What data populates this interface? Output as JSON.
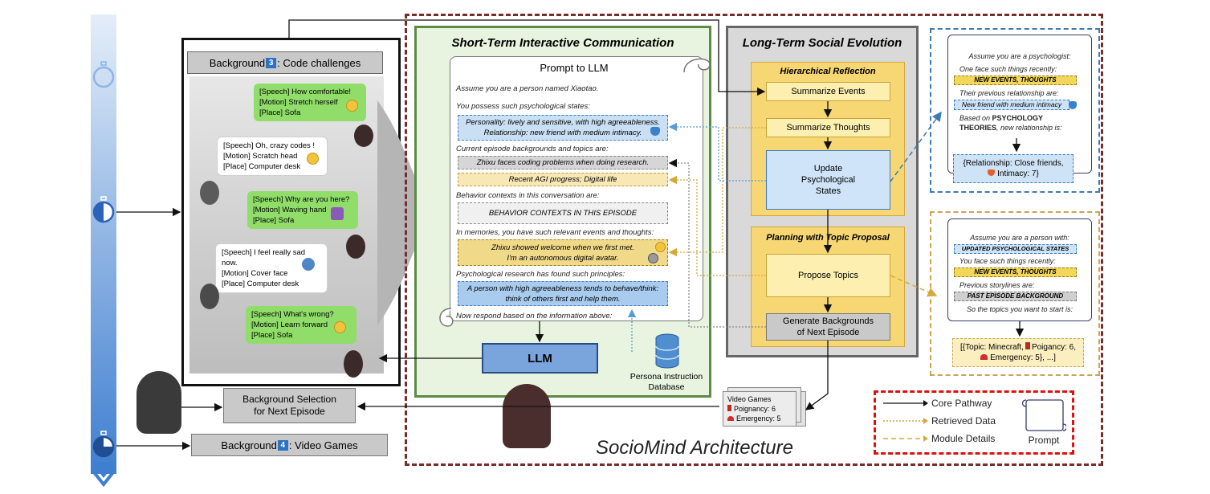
{
  "chat_panel": {
    "background_prefix": "Background",
    "background_number": "3",
    "background_suffix": ": Code challenges",
    "bubbles": [
      {
        "lines": [
          "[Speech] How comfortable!",
          "[Motion] Stretch herself",
          "[Place] Sofa"
        ]
      },
      {
        "lines": [
          "[Speech] Oh, crazy codes !",
          "[Motion] Scratch head",
          "[Place] Computer desk"
        ]
      },
      {
        "lines": [
          "[Speech] Why are you here?",
          "[Motion] Waving hand",
          "[Place] Sofa"
        ]
      },
      {
        "lines": [
          "[Speech] I feel really sad now.",
          "[Motion] Cover face",
          "[Place] Computer desk"
        ]
      },
      {
        "lines": [
          "[Speech] What's wrong?",
          "[Motion] Learn forward",
          "[Place] Sofa"
        ]
      }
    ]
  },
  "short_term": {
    "title": "Short-Term Interactive Communication",
    "prompt_title": "Prompt to LLM",
    "lines": {
      "intro": "Assume you are a person named Xiaotao.",
      "states_label": "You possess such psychological states:",
      "personality": "Personality: lively and sensitive, with high agreeableness.",
      "relationship": "Relationship: new friend with medium intimacy.",
      "backgrounds_label": "Current episode backgrounds and topics are:",
      "background_text": "Zhixu faces coding problems when doing research.",
      "topics_text": "Recent AGI progress; Digital life",
      "behavior_label": "Behavior contexts in this conversation are:",
      "behavior_text": "BEHAVIOR CONTEXTS IN THIS EPISODE",
      "memory_label": "In memories, you have such relevant events and thoughts:",
      "memory_1": "Zhixu showed welcome when we first met.",
      "memory_2": "I'm an autonomous digital avatar.",
      "principles_label": "Psychological research has found such principles:",
      "principle_1": "A person with high agreeableness tends to behave/think:",
      "principle_2": "think of others first and help them.",
      "respond": "Now respond based on the information above:"
    },
    "llm_label": "LLM",
    "db_label_1": "Persona Instruction",
    "db_label_2": "Database"
  },
  "long_term": {
    "title": "Long-Term Social Evolution",
    "hier_title": "Hierarchical Reflection",
    "summ_events": "Summarize Events",
    "summ_thoughts": "Summarize Thoughts",
    "update_1": "Update",
    "update_2": "Psychological",
    "update_3": "States",
    "plan_title": "Planning with Topic Proposal",
    "propose": "Propose Topics",
    "gen_1": "Generate Backgrounds",
    "gen_2": "of Next Episode"
  },
  "detail_psych": {
    "l1": "Assume you are a psychologist:",
    "l2": "One face such things recently:",
    "tag_events": "NEW EVENTS, THOUGHTS",
    "l3": "Their previous relationship are:",
    "tag_rel": "New friend with medium intimacy",
    "l4a": "Based on",
    "l4b": "PSYCHOLOGY",
    "l5a": "THEORIES",
    "l5b": ", new relationship is:",
    "result_1": "{Relationship: Close friends,",
    "result_2": "Intimacy: 7}"
  },
  "detail_topic": {
    "l1": "Assume you are a person with:",
    "tag_states": "UPDATED PSYCHOLOGICAL STATES",
    "l2": "You face such things recently:",
    "tag_events": "NEW EVENTS, THOUGHTS",
    "l3": "Previous storylines are:",
    "tag_past": "PAST EPISODE BACKGROUND",
    "l4": "So the topics you want to start is:",
    "result_1a": "[{Topic: Minecraft,",
    "result_1b": "Poigancy: 6,",
    "result_2": "Emergency: 5}, ...]"
  },
  "games_card": {
    "title": "Video Games",
    "poignancy": "Poignancy: 6",
    "emergency": "Emergency: 5"
  },
  "bottom": {
    "selection_1": "Background Selection",
    "selection_2": "for Next Episode",
    "bg4_prefix": "Background",
    "bg4_number": "4",
    "bg4_suffix": ": Video Games",
    "arch_title": "SocioMind Architecture"
  },
  "legend": {
    "core": "Core Pathway",
    "retrieved": "Retrieved Data",
    "module": "Module Details",
    "prompt": "Prompt"
  },
  "colors": {
    "core": "#111111",
    "retrieved": "#d4a83a",
    "retrieved_blue": "#5b9bd5",
    "module": "#d4a83a",
    "outer": "#7a2b2b",
    "legend_border": "#e01010"
  }
}
